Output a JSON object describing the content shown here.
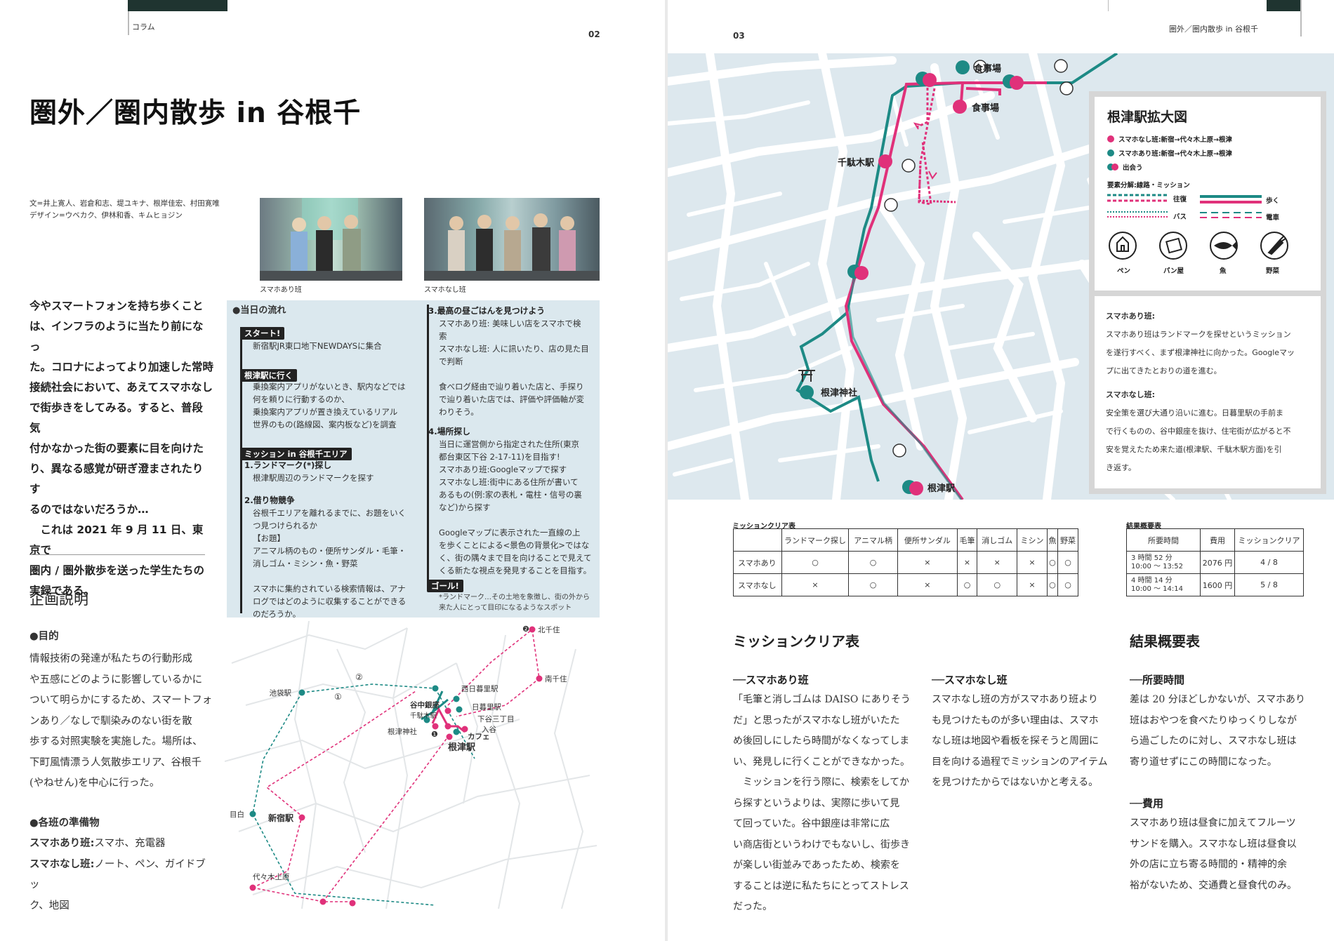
{
  "left_page": {
    "section_label": "コラム",
    "page_number": "02",
    "title": "圏外／圏内散歩 in 谷根千",
    "credits": [
      "文=井上寛人、岩倉和志、堤ユキナ、根岸佳宏、村田寛唯",
      "デザイン=ウベカク、伊林和香、キムヒョジン"
    ],
    "photo_captions": [
      "スマホあり班",
      "スマホなし班"
    ],
    "lead": [
      "今やスマートフォンを持ち歩くこと",
      "は、インフラのように当たり前になっ",
      "た。コロナによってより加速した常時",
      "接続社会において、あえてスマホなし",
      "で街歩きをしてみる。すると、普段気",
      "付かなかった街の要素に目を向けた",
      "り、異なる感覚が研ぎ澄まされたりす",
      "るのではないだろうか…",
      "　これは 2021 年 9 月 11 日、東京で",
      "圏内 / 圏外散歩を送った学生たちの",
      "実録である。"
    ],
    "plan_heading": "企画説明",
    "purpose_heading": "●目的",
    "purpose_text": [
      "情報技術の発達が私たちの行動形成",
      "や五感にどのように影響しているかに",
      "ついて明らかにするため、スマートフォ",
      "ンあり／なしで馴染みのない街を散",
      "歩する対照実験を実施した。場所は、",
      "下町風情漂う人気散歩エリア、谷根千",
      "(やねせん)を中心に行った。"
    ],
    "prep_heading": "●各班の準備物",
    "prep_with_label": "スマホあり班:",
    "prep_with_text": "スマホ、充電器",
    "prep_without_label": "スマホなし班:",
    "prep_without_text_1": "ノート、ペン、ガイドブッ",
    "prep_without_text_2": "ク、地図",
    "flow": {
      "heading": "●当日の流れ",
      "start_pill": "スタート!",
      "start_text": "新宿駅JR東口地下NEWDAYSに集合",
      "nezu_pill": "根津駅に行く",
      "nezu_text": [
        "乗換案内アプリがないとき、駅内などでは",
        "何を頼りに行動するのか、",
        "乗換案内アプリが置き換えているリアル",
        "世界のもの(路線図、案内板など)を調査"
      ],
      "mission_pill": "ミッション in 谷根千エリア",
      "m1_heading": "1.ランドマーク(*)探し",
      "m1_text": "根津駅周辺のランドマークを探す",
      "m2_heading": "2.借り物競争",
      "m2_text": [
        "谷根千エリアを離れるまでに、お題をいく",
        "つ見つけられるか",
        "【お題】",
        "アニマル柄のもの・便所サンダル・毛筆・",
        "消しゴム・ミシン・魚・野菜",
        "",
        "スマホに集約されている検索情報は、アナ",
        "ログではどのように収集することができる",
        "のだろうか。"
      ],
      "m3_heading": "3.最高の昼ごはんを見つけよう",
      "m3_text": [
        "スマホあり班: 美味しい店をスマホで検",
        "索",
        "スマホなし班: 人に訊いたり、店の見た目",
        "で判断",
        "",
        "食べログ経由で辿り着いた店と、手探り",
        "で辿り着いた店では、評価や評価軸が変",
        "わりそう。"
      ],
      "m4_heading": "4.場所探し",
      "m4_text": [
        "当日に運営側から指定された住所(東京",
        "都台東区下谷 2-17-11)を目指す!",
        "スマホあり班:Googleマップで探す",
        "スマホなし班:街中にある住所が書いて",
        "あるもの(例:家の表札・電柱・信号の裏",
        "など)から探す",
        "",
        "Googleマップに表示された一直線の上",
        "を歩くことによる<景色の背景化>ではな",
        "く、街の隅々まで目を向けることで見えて",
        "くる新たな視点を発見することを目指す。"
      ],
      "goal_pill": "ゴール!",
      "footnote": [
        "*ランドマーク…その土地を象徴し、街の外から",
        "来た人にとって目印になるようなスポット"
      ]
    },
    "route_map": {
      "labels": {
        "ikebukuro": "池袋駅",
        "mejiro": "目白",
        "shinjuku": "新宿駅",
        "yoyogi": "代々木上原",
        "nishinippori": "西日暮里駅",
        "nippori": "日暮里駅",
        "yanaka": "谷中銀座",
        "sendagi": "千駄木駅",
        "nezu_jinja": "根津神社",
        "nezu": "根津駅",
        "cafe": "カフェ",
        "shitaya": "下谷三丁目",
        "iriya": "入谷",
        "kitasenju": "北千住",
        "minamisenju": "南千住",
        "n1": "①",
        "n2": "②",
        "b1": "❶",
        "b2": "❷"
      }
    }
  },
  "right_page": {
    "page_number": "03",
    "running_header": "圏外／圏内散歩 in 谷根千",
    "map_labels": {
      "shokujiba1": "食事場",
      "shokujiba2": "食事場",
      "sendagi": "千駄木駅",
      "nezu_jinja": "根津神社",
      "nezu": "根津駅"
    },
    "legend": {
      "title": "根津駅拡大図",
      "route_without": "スマホなし班:新宿→代々木上原→根津",
      "route_with": "スマホあり班:新宿→代々木上原→根津",
      "meet": "出会う",
      "element_heading": "要素分解:線路・ミッション",
      "round_trip": "往復",
      "walk": "歩く",
      "bus": "バス",
      "train": "電車",
      "icons": [
        "ペン",
        "パン屋",
        "魚",
        "野菜"
      ]
    },
    "story": {
      "with_label": "スマホあり班:",
      "with_text": [
        "スマホあり班はランドマークを探せというミッション",
        "を遂行すべく、まず根津神社に向かった。Googleマッ",
        "プに出てきたとおりの道を進む。"
      ],
      "without_label": "スマホなし班:",
      "without_text": [
        "安全策を選び大通り沿いに進む。日暮里駅の手前ま",
        "で行くものの、谷中銀座を抜け、住宅街が広がると不",
        "安を覚えたため来た道(根津駅、千駄木駅方面)を引",
        "き返す。"
      ]
    },
    "mission_table": {
      "caption": "ミッションクリア表",
      "headers": [
        "ランドマーク探し",
        "アニマル柄",
        "便所サンダル",
        "毛筆",
        "消しゴム",
        "ミシン",
        "魚",
        "野菜"
      ],
      "rows": [
        {
          "team": "スマホあり",
          "cells": [
            "○",
            "○",
            "×",
            "×",
            "×",
            "×",
            "○",
            "○"
          ]
        },
        {
          "team": "スマホなし",
          "cells": [
            "×",
            "○",
            "×",
            "○",
            "○",
            "×",
            "○",
            "○"
          ]
        }
      ]
    },
    "result_table": {
      "caption": "結果概要表",
      "headers": [
        "所要時間",
        "費用",
        "ミッションクリア"
      ],
      "rows": [
        {
          "time1": "3 時間 52 分",
          "time2": "10:00 〜 13:52",
          "cost": "2076 円",
          "clear": "4 / 8"
        },
        {
          "time1": "4 時間 14 分",
          "time2": "10:00 〜 14:14",
          "cost": "1600 円",
          "clear": "5 / 8"
        }
      ]
    },
    "mission_section": {
      "heading": "ミッションクリア表",
      "with_sub": "──スマホあり班",
      "with_text": [
        "「毛筆と消しゴムは DAISO にありそう",
        "だ」と思ったがスマホなし班がいたた",
        "め後回しにしたら時間がなくなってしま",
        "い、発見しに行くことができなかった。",
        "　ミッションを行う際に、検索をしてか",
        "ら探すというよりは、実際に歩いて見",
        "て回っていた。谷中銀座は非常に広",
        "い商店街というわけでもないし、街歩き",
        "が楽しい街並みであったため、検索を",
        "することは逆に私たちにとってストレス",
        "だった。"
      ],
      "without_sub": "──スマホなし班",
      "without_text": [
        "スマホなし班の方がスマホあり班より",
        "も見つけたものが多い理由は、スマホ",
        "なし班は地図や看板を探そうと周囲に",
        "目を向ける過程でミッションのアイテム",
        "を見つけたからではないかと考える。"
      ]
    },
    "result_section": {
      "heading": "結果概要表",
      "time_sub": "──所要時間",
      "time_text": [
        "差は 20 分ほどしかないが、スマホあり",
        "班はおやつを食べたりゆっくりしなが",
        "ら過ごしたのに対し、スマホなし班は",
        "寄り道せずにこの時間になった。"
      ],
      "cost_sub": "──費用",
      "cost_text": [
        "スマホあり班は昼食に加えてフルーツ",
        "サンドを購入。スマホなし班は昼食以",
        "外の店に立ち寄る時間的・精神的余",
        "裕がないため、交通費と昼食代のみ。"
      ]
    }
  },
  "colors": {
    "teal": "#1d8a85",
    "pink": "#e0317a",
    "map_bg": "#dde8ee",
    "dark": "#1f3430",
    "flow_bg": "#dbe8ee"
  }
}
